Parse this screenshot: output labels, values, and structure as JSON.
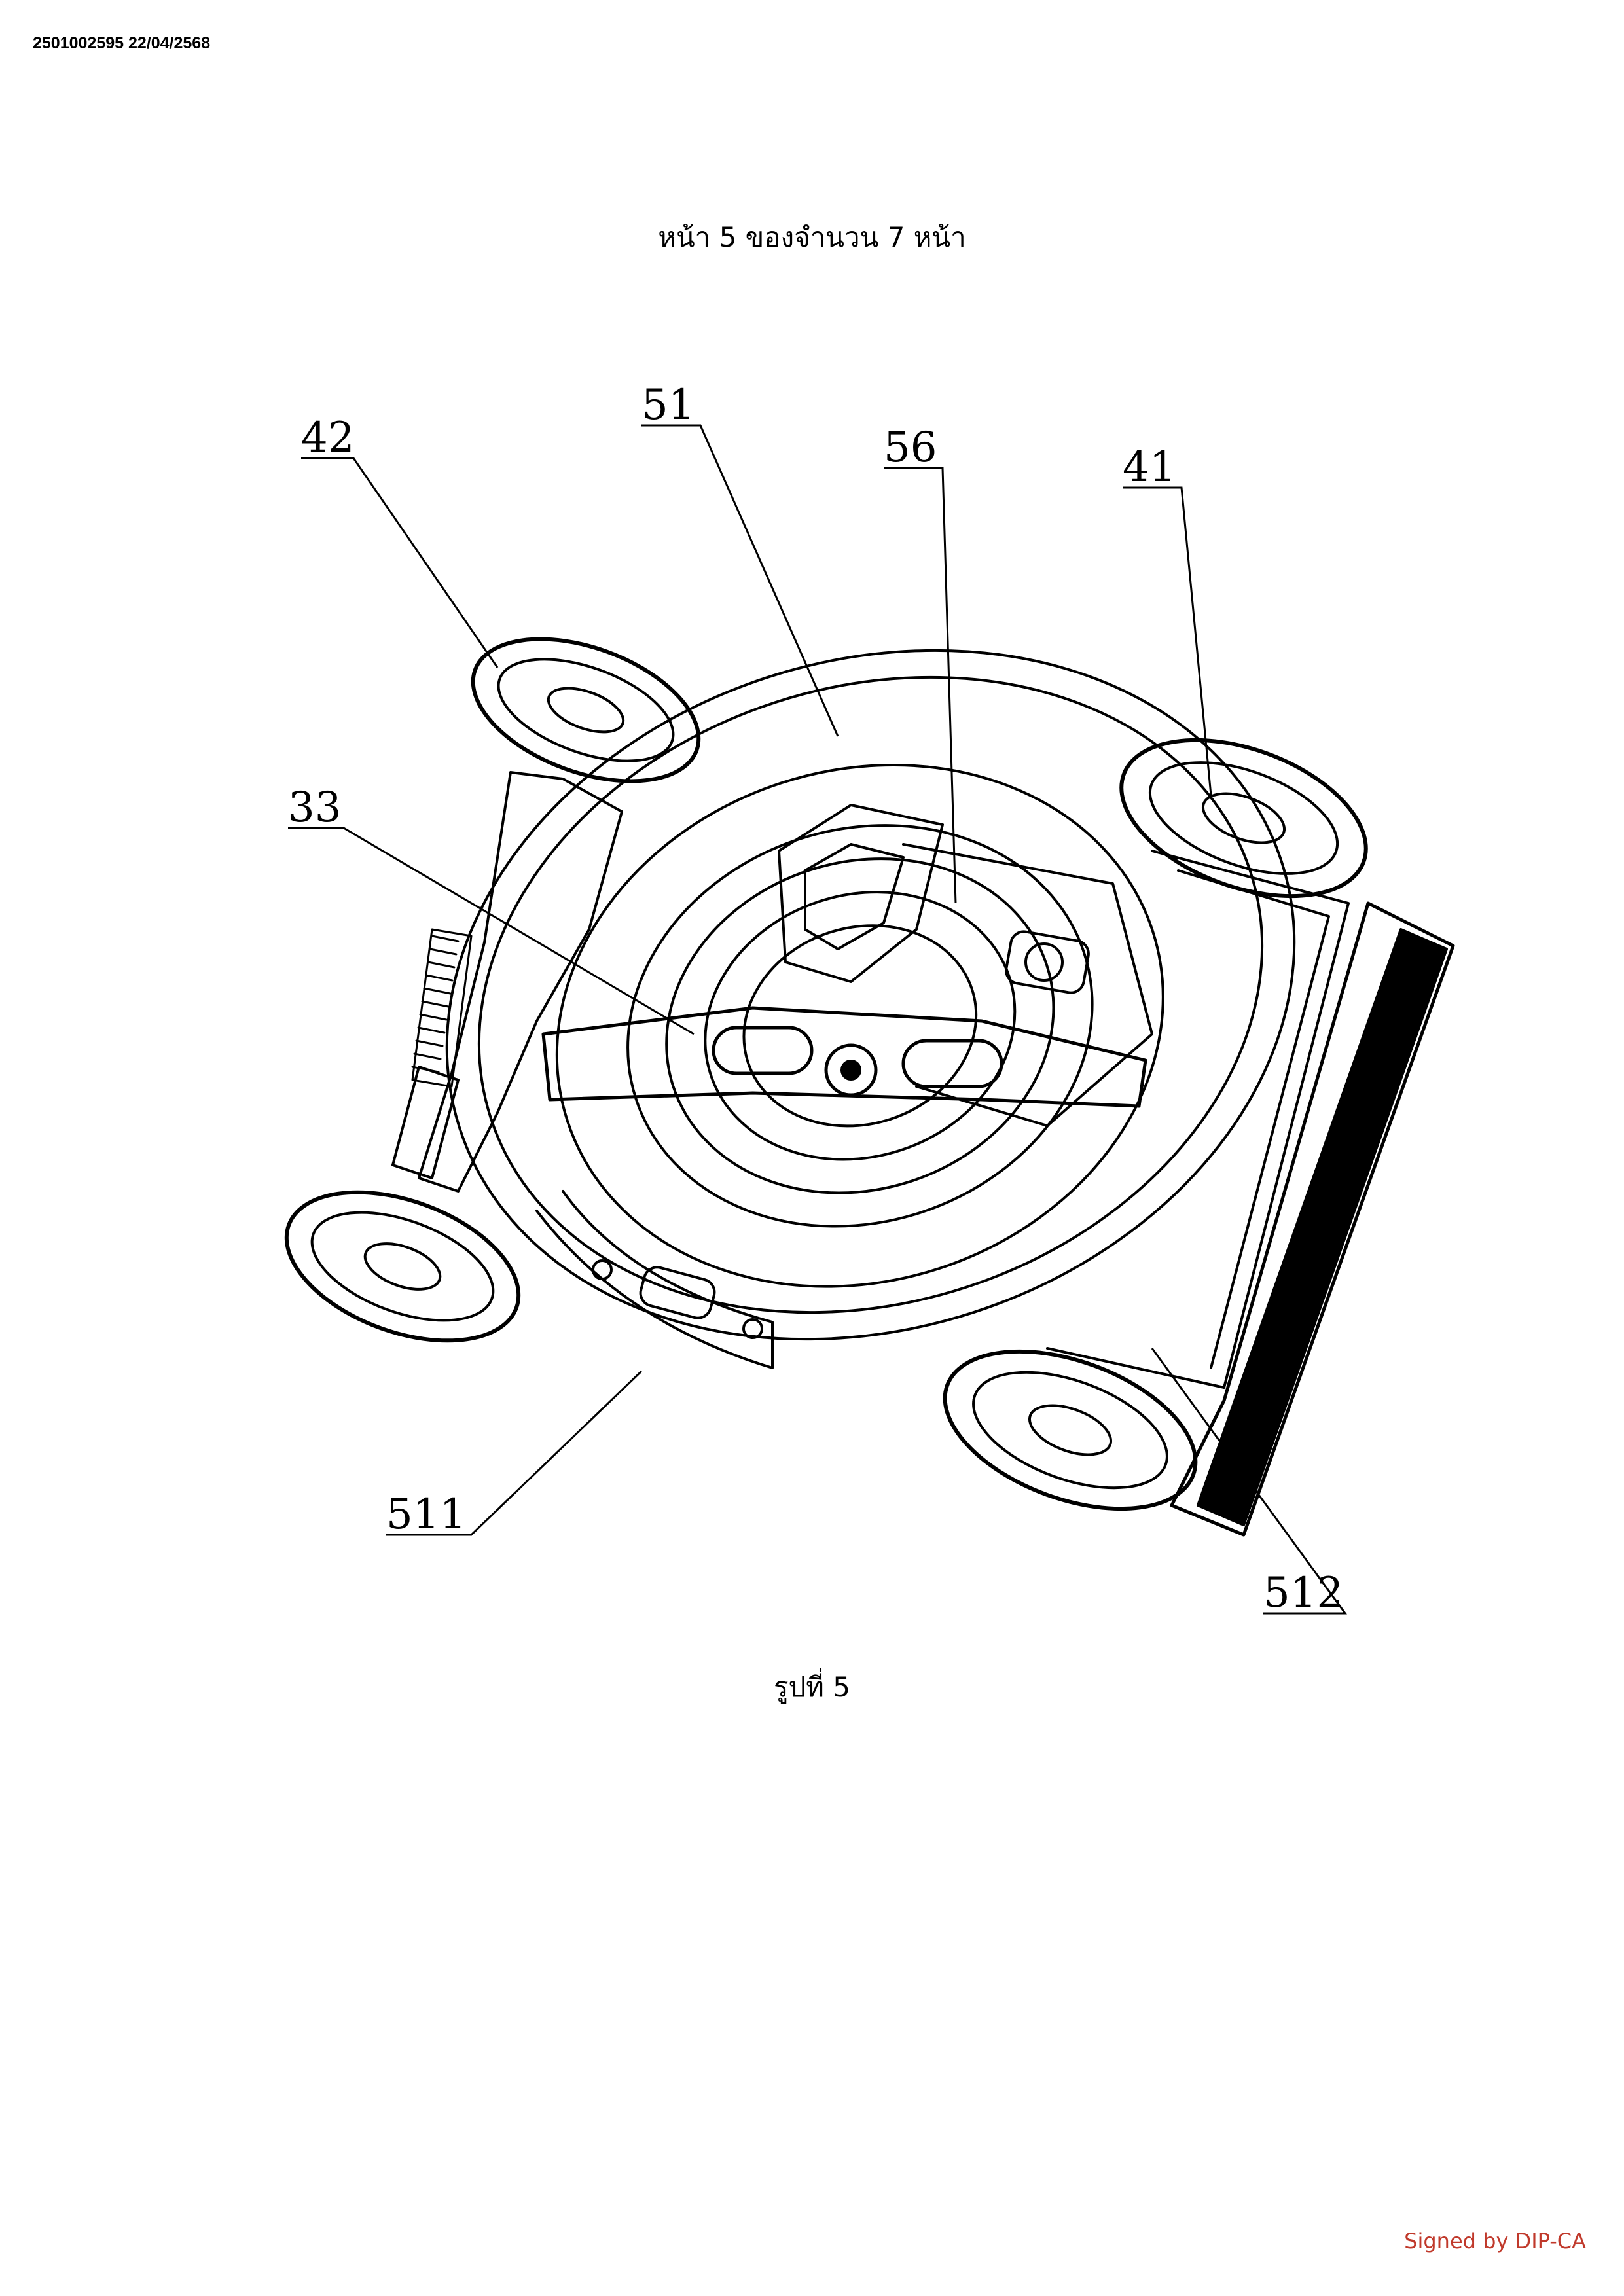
{
  "document": {
    "id_stamp": "2501002595 22/04/2568",
    "page_header": "หน้า 5 ของจำนวน 7 หน้า",
    "figure_caption": "รูปที่ 5",
    "signature": "Signed by DIP-CA"
  },
  "figure": {
    "reference_labels": [
      "42",
      "51",
      "56",
      "41",
      "33",
      "511",
      "512"
    ]
  },
  "colors": {
    "signature": "#c0392b",
    "ink": "#000000"
  }
}
